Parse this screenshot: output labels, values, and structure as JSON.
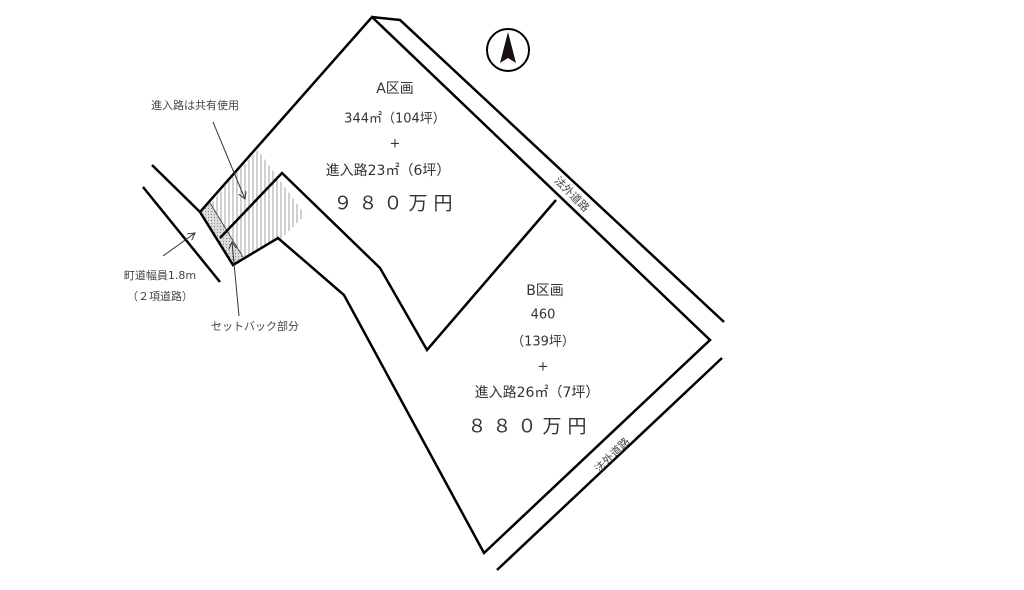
{
  "plot_a": {
    "title": "A区画",
    "area": "344㎡（104坪）",
    "plus": "+",
    "access": "進入路23㎡（6坪）",
    "price": "９８０万円"
  },
  "plot_b": {
    "title": "B区画",
    "area": "460",
    "tsubo": "（139坪）",
    "plus": "+",
    "access": "進入路26㎡（7坪）",
    "price": "８８０万円"
  },
  "labels": {
    "shared_access": "進入路は共有使用",
    "town_road": "町道幅員1.8m",
    "road_type": "（２項道路）",
    "setback": "セットバック部分",
    "outside_road_1": "法外道路",
    "outside_road_2": "法外道路"
  },
  "north_icon": "north-arrow-icon"
}
